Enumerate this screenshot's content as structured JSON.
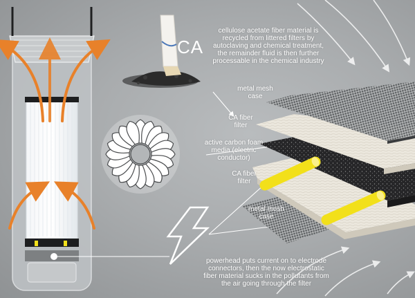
{
  "diagram": {
    "ca_heading": "CA",
    "recycle_note": "cellulose acetate fiber material is recycled from littered filters by autoclaving and chemical treatment, the remainder fluid is then further processable in the chemical industry",
    "layers": [
      {
        "id": "metal-mesh-top",
        "label": "metal mesh case"
      },
      {
        "id": "ca-filter-top",
        "label": "CA fiber filter"
      },
      {
        "id": "carbon-foam",
        "label": "active carbon foam media (electric conductor)"
      },
      {
        "id": "ca-filter-bottom",
        "label": "CA fiber filter"
      },
      {
        "id": "metal-mesh-bottom",
        "label": "metal mesh case"
      }
    ],
    "powerhead_note": "powerhead puts current on to electrode connectors, then the now electrostatic fiber material sucks in the pollutants from the air going through the filter"
  },
  "colors": {
    "background": "#a9acae",
    "airflow_arrow": "#e8812a",
    "electrode": "#f2e01a",
    "carbon_foam": "#2b2b2d",
    "ca_fiber": "#e6e2d8"
  },
  "icons": [
    "cigarette-butt-icon",
    "lightning-bolt-icon",
    "airflow-arrow-icon",
    "pleated-filter-rosette-icon"
  ]
}
